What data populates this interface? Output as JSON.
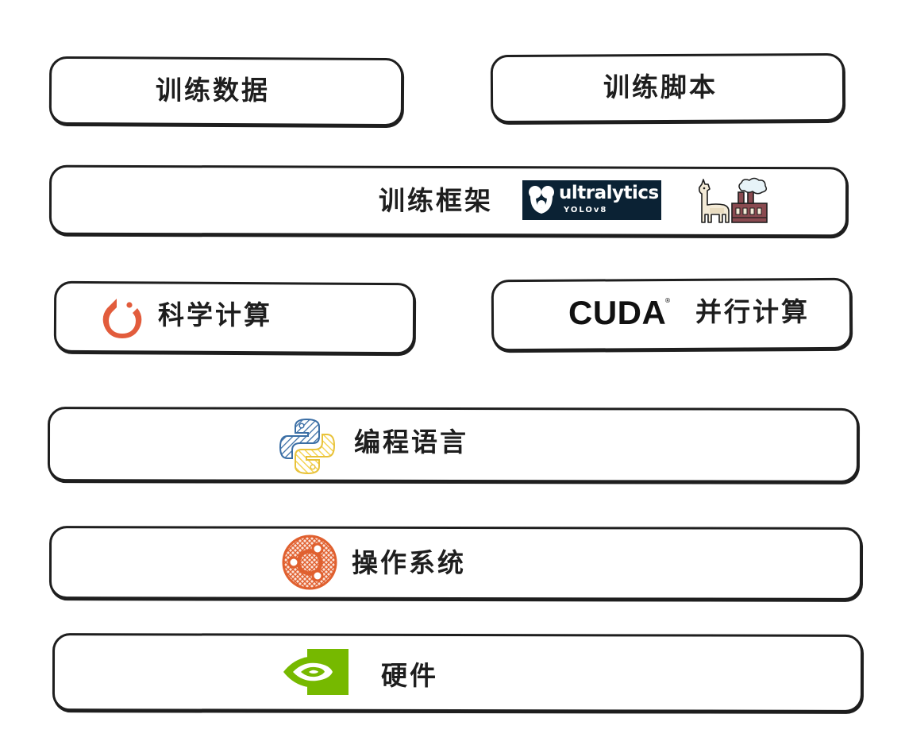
{
  "layers": {
    "training_data": {
      "label": "训练数据"
    },
    "training_script": {
      "label": "训练脚本"
    },
    "training_framework": {
      "label": "训练框架",
      "ultralytics_logo": {
        "wordmark": "ultralytics",
        "subtitle": "YOLOv8",
        "icon": "ultralytics-logo-icon"
      },
      "llama_factory_logo": {
        "icon": "llama-factory-icon"
      }
    },
    "scientific_computing": {
      "label": "科学计算",
      "icon": "pytorch-icon"
    },
    "parallel_computing": {
      "label": "并行计算",
      "cuda_logo": {
        "wordmark": "CUDA",
        "registered": "®"
      }
    },
    "programming_language": {
      "label": "编程语言",
      "icon": "python-icon"
    },
    "operating_system": {
      "label": "操作系统",
      "icon": "ubuntu-icon"
    },
    "hardware": {
      "label": "硬件",
      "icon": "nvidia-icon"
    }
  },
  "colors": {
    "outline": "#1e1e1e",
    "pytorch": "#e25c3c",
    "python_blue": "#3a6ea5",
    "python_yellow": "#f5d24a",
    "ubuntu": "#e0602f",
    "nvidia": "#76b900",
    "ultralytics_bg": "#0b2234"
  }
}
